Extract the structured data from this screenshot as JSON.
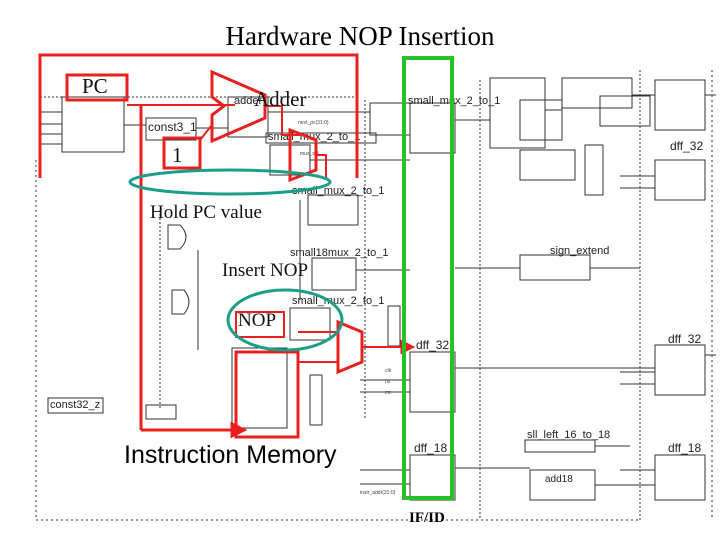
{
  "title": "Hardware NOP Insertion",
  "annotations": {
    "pc": "PC",
    "adder": "Adder",
    "one": "1",
    "hold_pc": "Hold PC value",
    "insert_nop": "Insert NOP",
    "nop": "NOP",
    "instruction_memory": "Instruction Memory",
    "if_id": "IF/ID"
  },
  "schematic_labels": {
    "const31": "const3_1",
    "adder_block": "adder",
    "small_mux_top": "small_mux_2_to_1",
    "small_mux_mid": "small_mux_2_to_1",
    "small_mux_hold": "small_mux_2_to_1",
    "small18": "small18mux_2_to_1",
    "small_mux_nop": "small_mux_2_to_1",
    "sign_extend": "sign_extend",
    "dff32_top": "dff_32",
    "dff32_mid_left": "dff_32",
    "dff32_mid_right": "dff_32",
    "dff18": "dff_18",
    "dff18_right": "dff_18",
    "add18": "add18",
    "sll": "sll_left_16_to_18",
    "const32": "const32_z",
    "instr_addr": "instr_addr(31:0)",
    "pc_next": "next_pc(31:0)",
    "mux_sel": "mux_sel",
    "clk": "clk",
    "rst": "rst",
    "en": "en"
  },
  "colors": {
    "red": "#e8201e",
    "green": "#28c028",
    "teal": "#1a9e88",
    "schematic": "#333333",
    "background": "#ffffff"
  }
}
